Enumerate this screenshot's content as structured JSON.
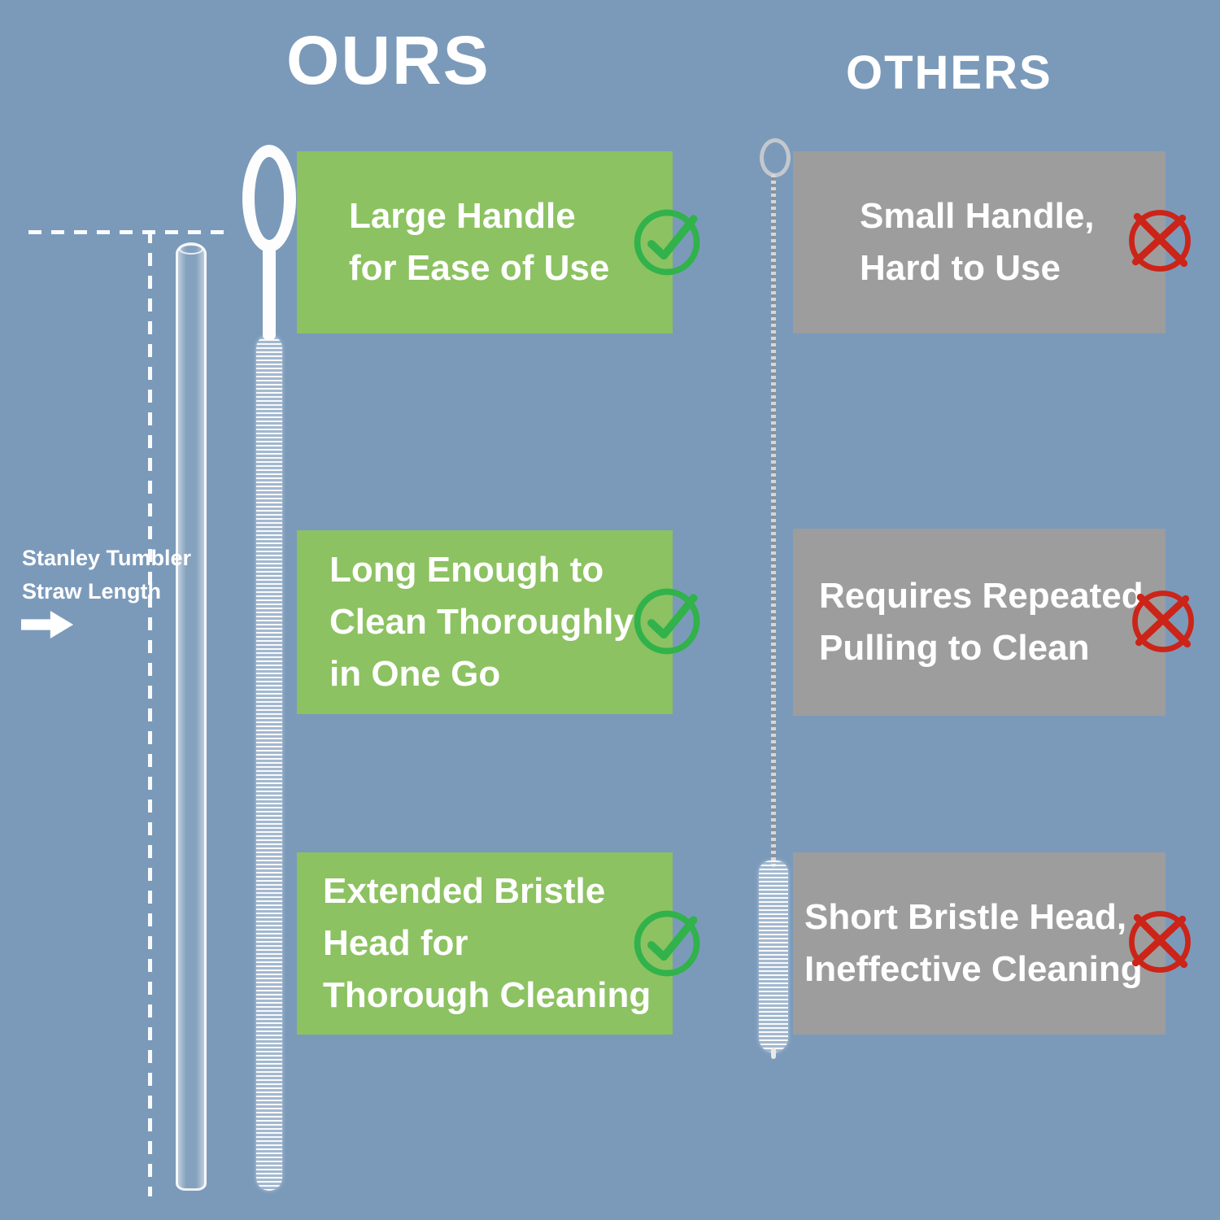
{
  "colors": {
    "background": "#7b9aba",
    "ours_box": "#8cc261",
    "others_box": "#9d9d9d",
    "check_green": "#31b24b",
    "cross_red": "#cc2418",
    "text": "#ffffff"
  },
  "header": {
    "ours_title": "OURS",
    "others_title": "OTHERS"
  },
  "ours": {
    "features": [
      {
        "lines": [
          "Large Handle",
          "for Ease of Use"
        ]
      },
      {
        "lines": [
          "Long Enough to",
          "Clean Thoroughly",
          "in One Go"
        ]
      },
      {
        "lines": [
          "Extended Bristle",
          "Head for",
          "Thorough Cleaning"
        ]
      }
    ]
  },
  "others": {
    "features": [
      {
        "lines": [
          "Small Handle,",
          "Hard to Use"
        ]
      },
      {
        "lines": [
          "Requires Repeated",
          "Pulling to Clean"
        ]
      },
      {
        "lines": [
          "Short Bristle Head,",
          "Ineffective Cleaning"
        ]
      }
    ]
  },
  "annotation": {
    "lines": [
      "Stanley Tumbler",
      "Straw Length"
    ]
  },
  "icons": {
    "ours": "check-icon",
    "others": "cross-icon",
    "annotation_arrow": "right-arrow-icon"
  }
}
